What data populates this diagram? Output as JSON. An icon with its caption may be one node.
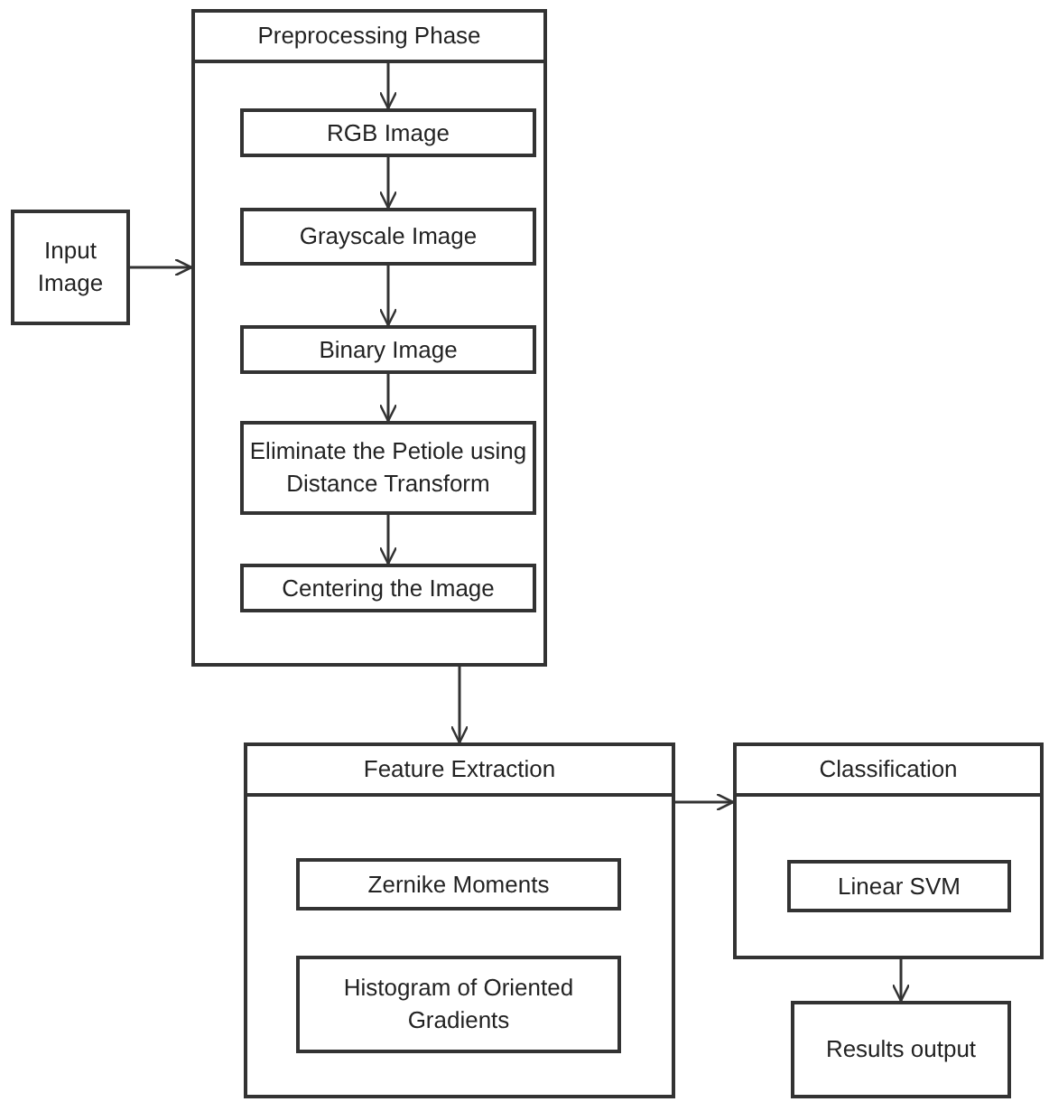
{
  "diagram": {
    "nodes": [
      {
        "text": [
          "Input Image"
        ]
      },
      {
        "text": [
          "Preprocessing Phase"
        ]
      },
      {
        "text": [
          "RGB Image"
        ],
        "in": 1
      },
      {
        "text": [
          "Grayscale Image"
        ],
        "in": 1
      },
      {
        "text": [
          "Binary Image"
        ],
        "in": 1
      },
      {
        "text": [
          "Eliminate the Petiole using Distance Transform"
        ],
        "in": 1
      },
      {
        "text": [
          "Centering the Image"
        ],
        "in": 1
      },
      {
        "text": [
          "Feature Extraction"
        ]
      },
      {
        "text": [
          "Zernike Moments"
        ],
        "in": 7
      },
      {
        "text": [
          "Histogram of Oriented Gradients"
        ],
        "in": 7
      },
      {
        "text": [
          "Classification"
        ]
      },
      {
        "text": [
          "Linear SVM"
        ],
        "in": 10
      },
      {
        "text": [
          "Results output"
        ]
      }
    ],
    "edges": [
      {
        "from": 0,
        "to": 1,
        "arrow": "to"
      },
      {
        "from": 1,
        "to": 2,
        "arrow": "to"
      },
      {
        "from": 2,
        "to": 3,
        "arrow": "to"
      },
      {
        "from": 3,
        "to": 4,
        "arrow": "to"
      },
      {
        "from": 4,
        "to": 5,
        "arrow": "to"
      },
      {
        "from": 5,
        "to": 6,
        "arrow": "to"
      },
      {
        "from": 1,
        "to": 7,
        "arrow": "to"
      },
      {
        "from": 7,
        "to": 10,
        "arrow": "to"
      },
      {
        "from": 10,
        "to": 12,
        "arrow": "to"
      }
    ]
  }
}
